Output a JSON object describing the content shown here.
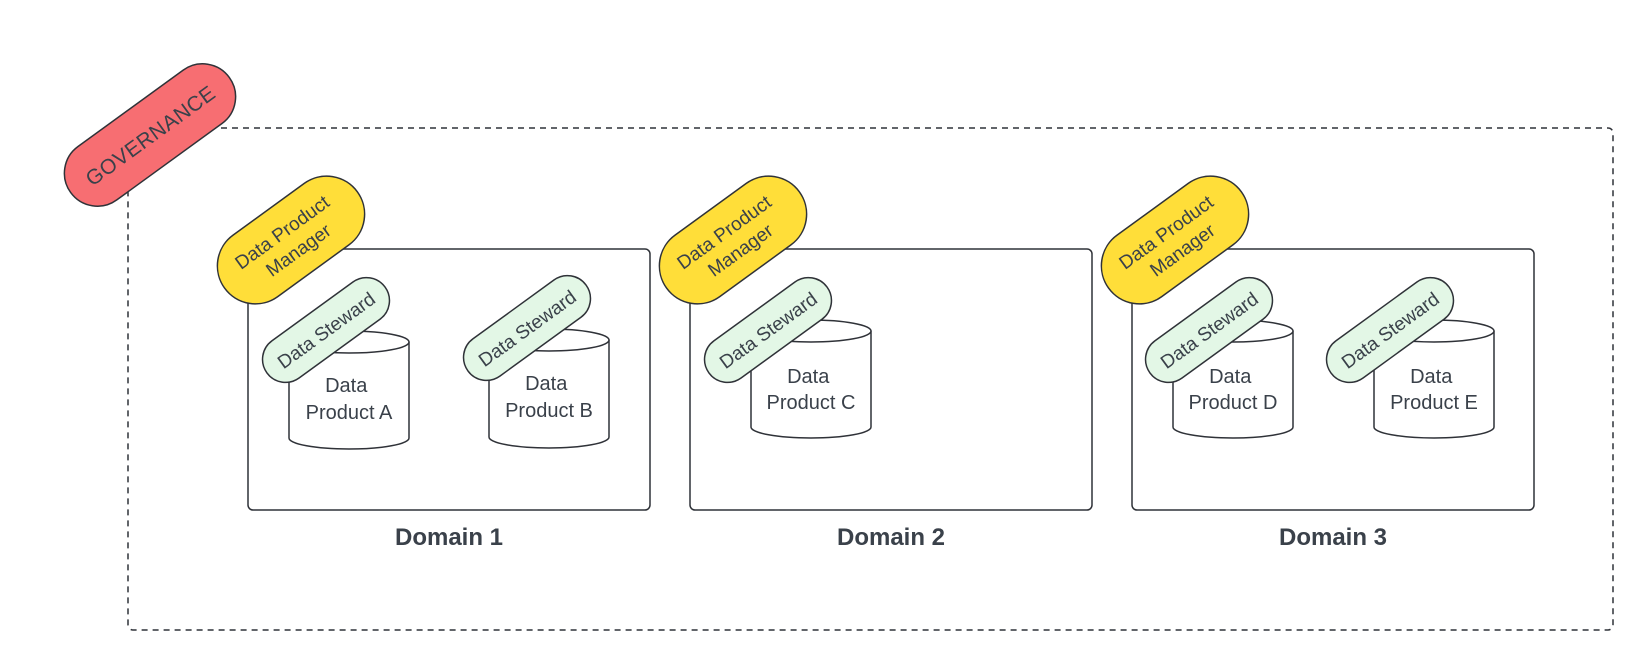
{
  "governance": {
    "label": "GOVERNANCE",
    "color": "#f76e72"
  },
  "roles": {
    "manager_color": "#ffde39",
    "steward_color": "#e3f7e6",
    "stroke_color": "#2f3238"
  },
  "domains": [
    {
      "label": "Domain 1",
      "manager": [
        "Data Product",
        "Manager"
      ],
      "products": [
        {
          "steward": "Data Steward",
          "name": [
            "Data",
            "Product A"
          ]
        },
        {
          "steward": "Data Steward",
          "name": [
            "Data",
            "Product B"
          ]
        }
      ]
    },
    {
      "label": "Domain 2",
      "manager": [
        "Data Product",
        "Manager"
      ],
      "products": [
        {
          "steward": "Data Steward",
          "name": [
            "Data",
            "Product C"
          ]
        }
      ]
    },
    {
      "label": "Domain 3",
      "manager": [
        "Data Product",
        "Manager"
      ],
      "products": [
        {
          "steward": "Data Steward",
          "name": [
            "Data",
            "Product D"
          ]
        },
        {
          "steward": "Data Steward",
          "name": [
            "Data",
            "Product E"
          ]
        }
      ]
    }
  ]
}
